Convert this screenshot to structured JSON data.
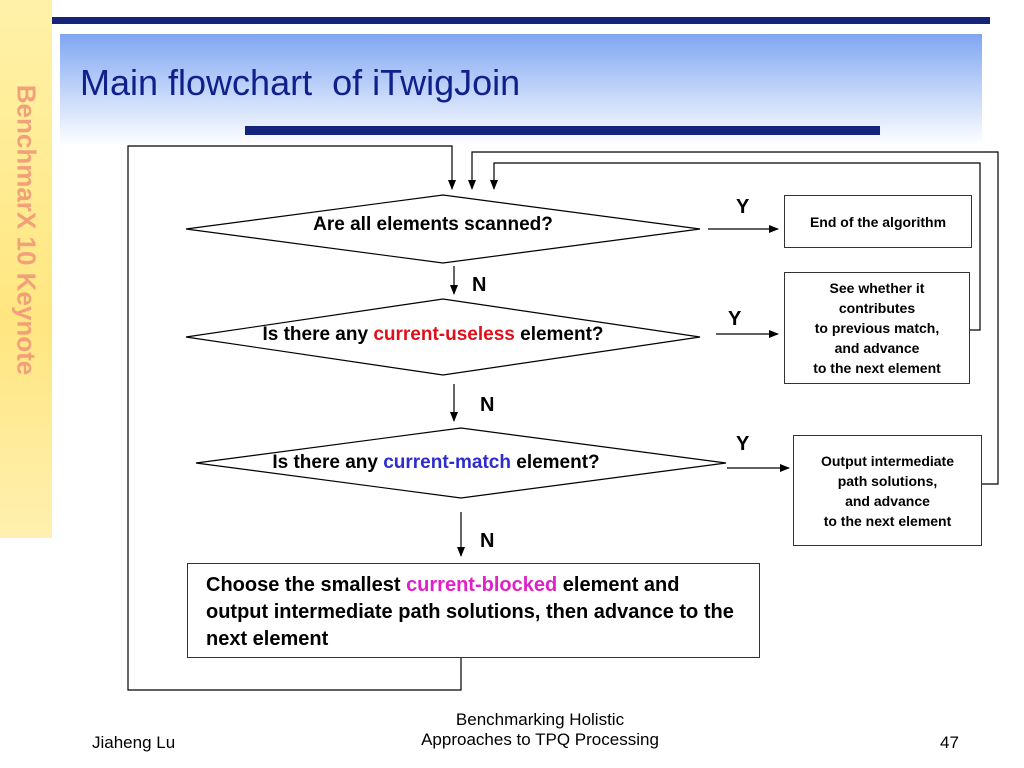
{
  "slide": {
    "sidebar_text": "BenchmarX 10 Keynote",
    "title": "Main flowchart  of iTwigJoin"
  },
  "flow": {
    "decision1": "Are all elements scanned?",
    "decision2": {
      "before": "Is there any ",
      "highlight": "current-useless",
      "after": " element?"
    },
    "decision3": {
      "before": "Is there any ",
      "highlight": "current-match",
      "after": " element?"
    },
    "result1": "End of the algorithm",
    "result2": "See whether it\ncontributes\nto previous match,\nand advance\nto the next element",
    "result3": "Output intermediate\npath solutions,\nand advance\nto the next element",
    "final_box": {
      "before": "Choose the smallest ",
      "highlight": "current-blocked",
      "after": " element and output intermediate path solutions, then advance to the next element"
    },
    "yes_label": "Y",
    "no_label": "N"
  },
  "footer": {
    "author": "Jiaheng Lu",
    "center_line1": "Benchmarking Holistic",
    "center_line2": "Approaches to TPQ Processing",
    "page": "47"
  },
  "colors": {
    "title": "#10208a",
    "rule": "#16237a",
    "useless": "#e0101a",
    "match": "#2c2ccf",
    "blocked": "#e020c8"
  }
}
